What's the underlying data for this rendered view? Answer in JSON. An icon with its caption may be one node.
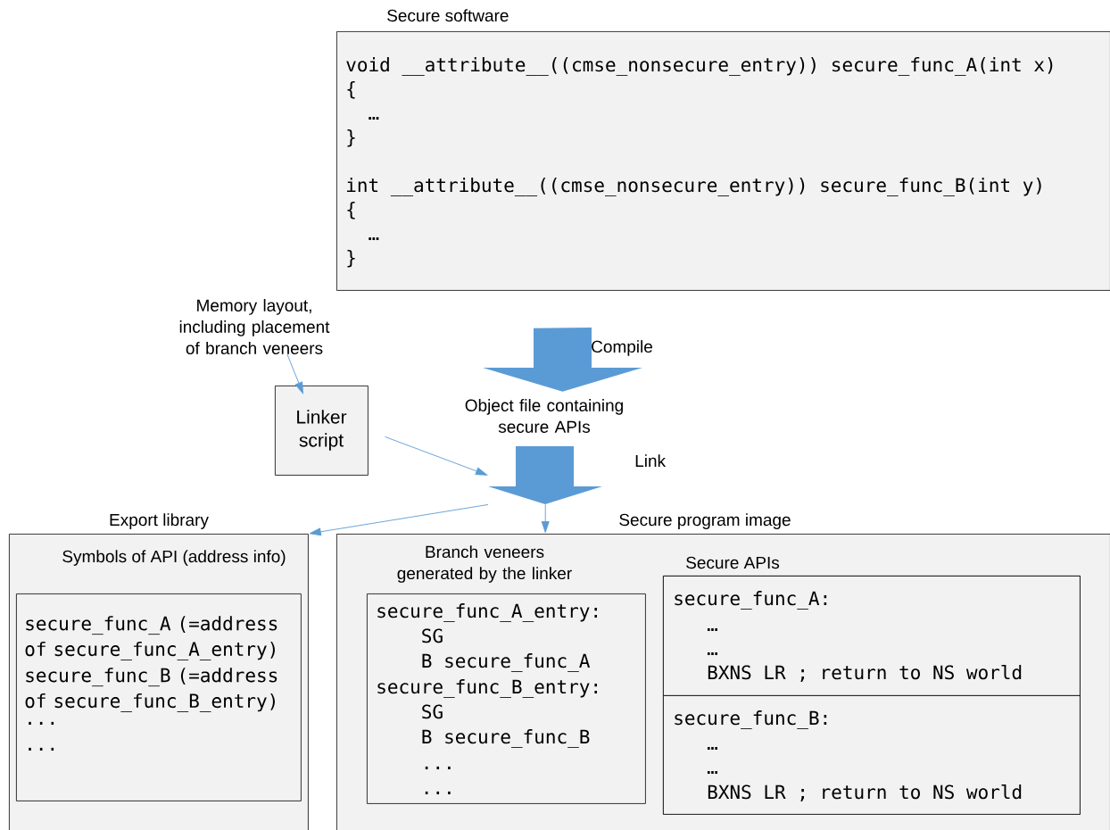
{
  "diagram": {
    "nodes": [
      {
        "text": [
          "Secure software",
          "void __attribute__((cmse_nonsecure_entry)) secure_func_A(int x)",
          "{",
          "…",
          "}",
          "int __attribute__((cmse_nonsecure_entry)) secure_func_B(int y)",
          "{",
          "…",
          "}"
        ]
      },
      {
        "text": [
          "Memory layout, including placement of branch veneers"
        ]
      },
      {
        "text": [
          "Linker script"
        ]
      },
      {
        "text": [
          "Object file containing secure APIs"
        ]
      },
      {
        "text": [],
        "shape": "arrow",
        "beside": [
          "Link"
        ]
      },
      {
        "text": [
          "Export library",
          "Symbols of API (address info)"
        ]
      },
      {
        "text": [
          "secure_func_A (=address of secure_func_A_entry)",
          "secure_func_B (=address of secure_func_B_entry)",
          "...",
          "..."
        ],
        "in": 5
      },
      {
        "text": [
          "Secure program image"
        ]
      },
      {
        "text": [
          "Branch veneers generated by the linker",
          "secure_func_A_entry:",
          "SG",
          "B secure_func_A",
          "secure_func_B_entry:",
          "SG",
          "B secure_func_B",
          "...",
          "..."
        ],
        "in": 7
      },
      {
        "text": [
          "Secure APIs"
        ],
        "in": 7
      },
      {
        "text": [
          "secure_func_A:",
          "…",
          "…",
          "BXNS LR ; return to NS world"
        ],
        "in": 9
      },
      {
        "text": [
          "secure_func_B:",
          "…",
          "…",
          "BXNS LR ; return to NS world"
        ],
        "in": 9
      }
    ],
    "edges": [
      {
        "from": 0,
        "to": 3,
        "arrow": "to",
        "label": "Compile",
        "style": "thick"
      },
      {
        "from": 1,
        "to": 2,
        "arrow": "to"
      },
      {
        "from": 2,
        "to": 4,
        "arrow": "to"
      },
      {
        "from": 4,
        "to": 5,
        "arrow": "to"
      },
      {
        "from": 4,
        "to": 7,
        "arrow": "to"
      }
    ]
  }
}
